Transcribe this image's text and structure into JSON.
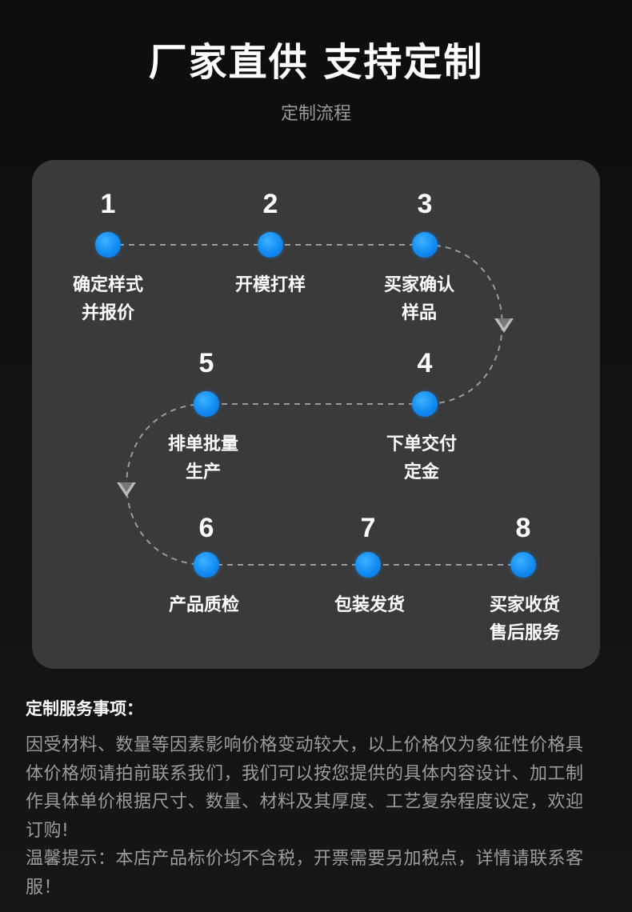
{
  "header": {
    "title": "厂家直供 支持定制",
    "subtitle": "定制流程"
  },
  "steps": [
    {
      "number": "1",
      "label": "确定样式\n并报价"
    },
    {
      "number": "2",
      "label": "开模打样"
    },
    {
      "number": "3",
      "label": "买家确认\n样品"
    },
    {
      "number": "4",
      "label": "下单交付\n定金"
    },
    {
      "number": "5",
      "label": "排单批量\n生产"
    },
    {
      "number": "6",
      "label": "产品质检"
    },
    {
      "number": "7",
      "label": "包装发货"
    },
    {
      "number": "8",
      "label": "买家收货\n售后服务"
    }
  ],
  "notes": {
    "heading": "定制服务事项：",
    "paragraph1": "因受材料、数量等因素影响价格变动较大，以上价格仅为象征性价格具体价格烦请拍前联系我们，我们可以按您提供的具体内容设计、加工制作具体单价根据尺寸、数量、材料及其厚度、工艺复杂程度议定，欢迎订购!",
    "paragraph2": "温馨提示：本店产品标价均不含税，开票需要另加税点，详情请联系客服！"
  },
  "colors": {
    "background": "#111111",
    "panel": "#3a3a3a",
    "dot": "#118bf2",
    "connector": "#9a9a9a"
  }
}
